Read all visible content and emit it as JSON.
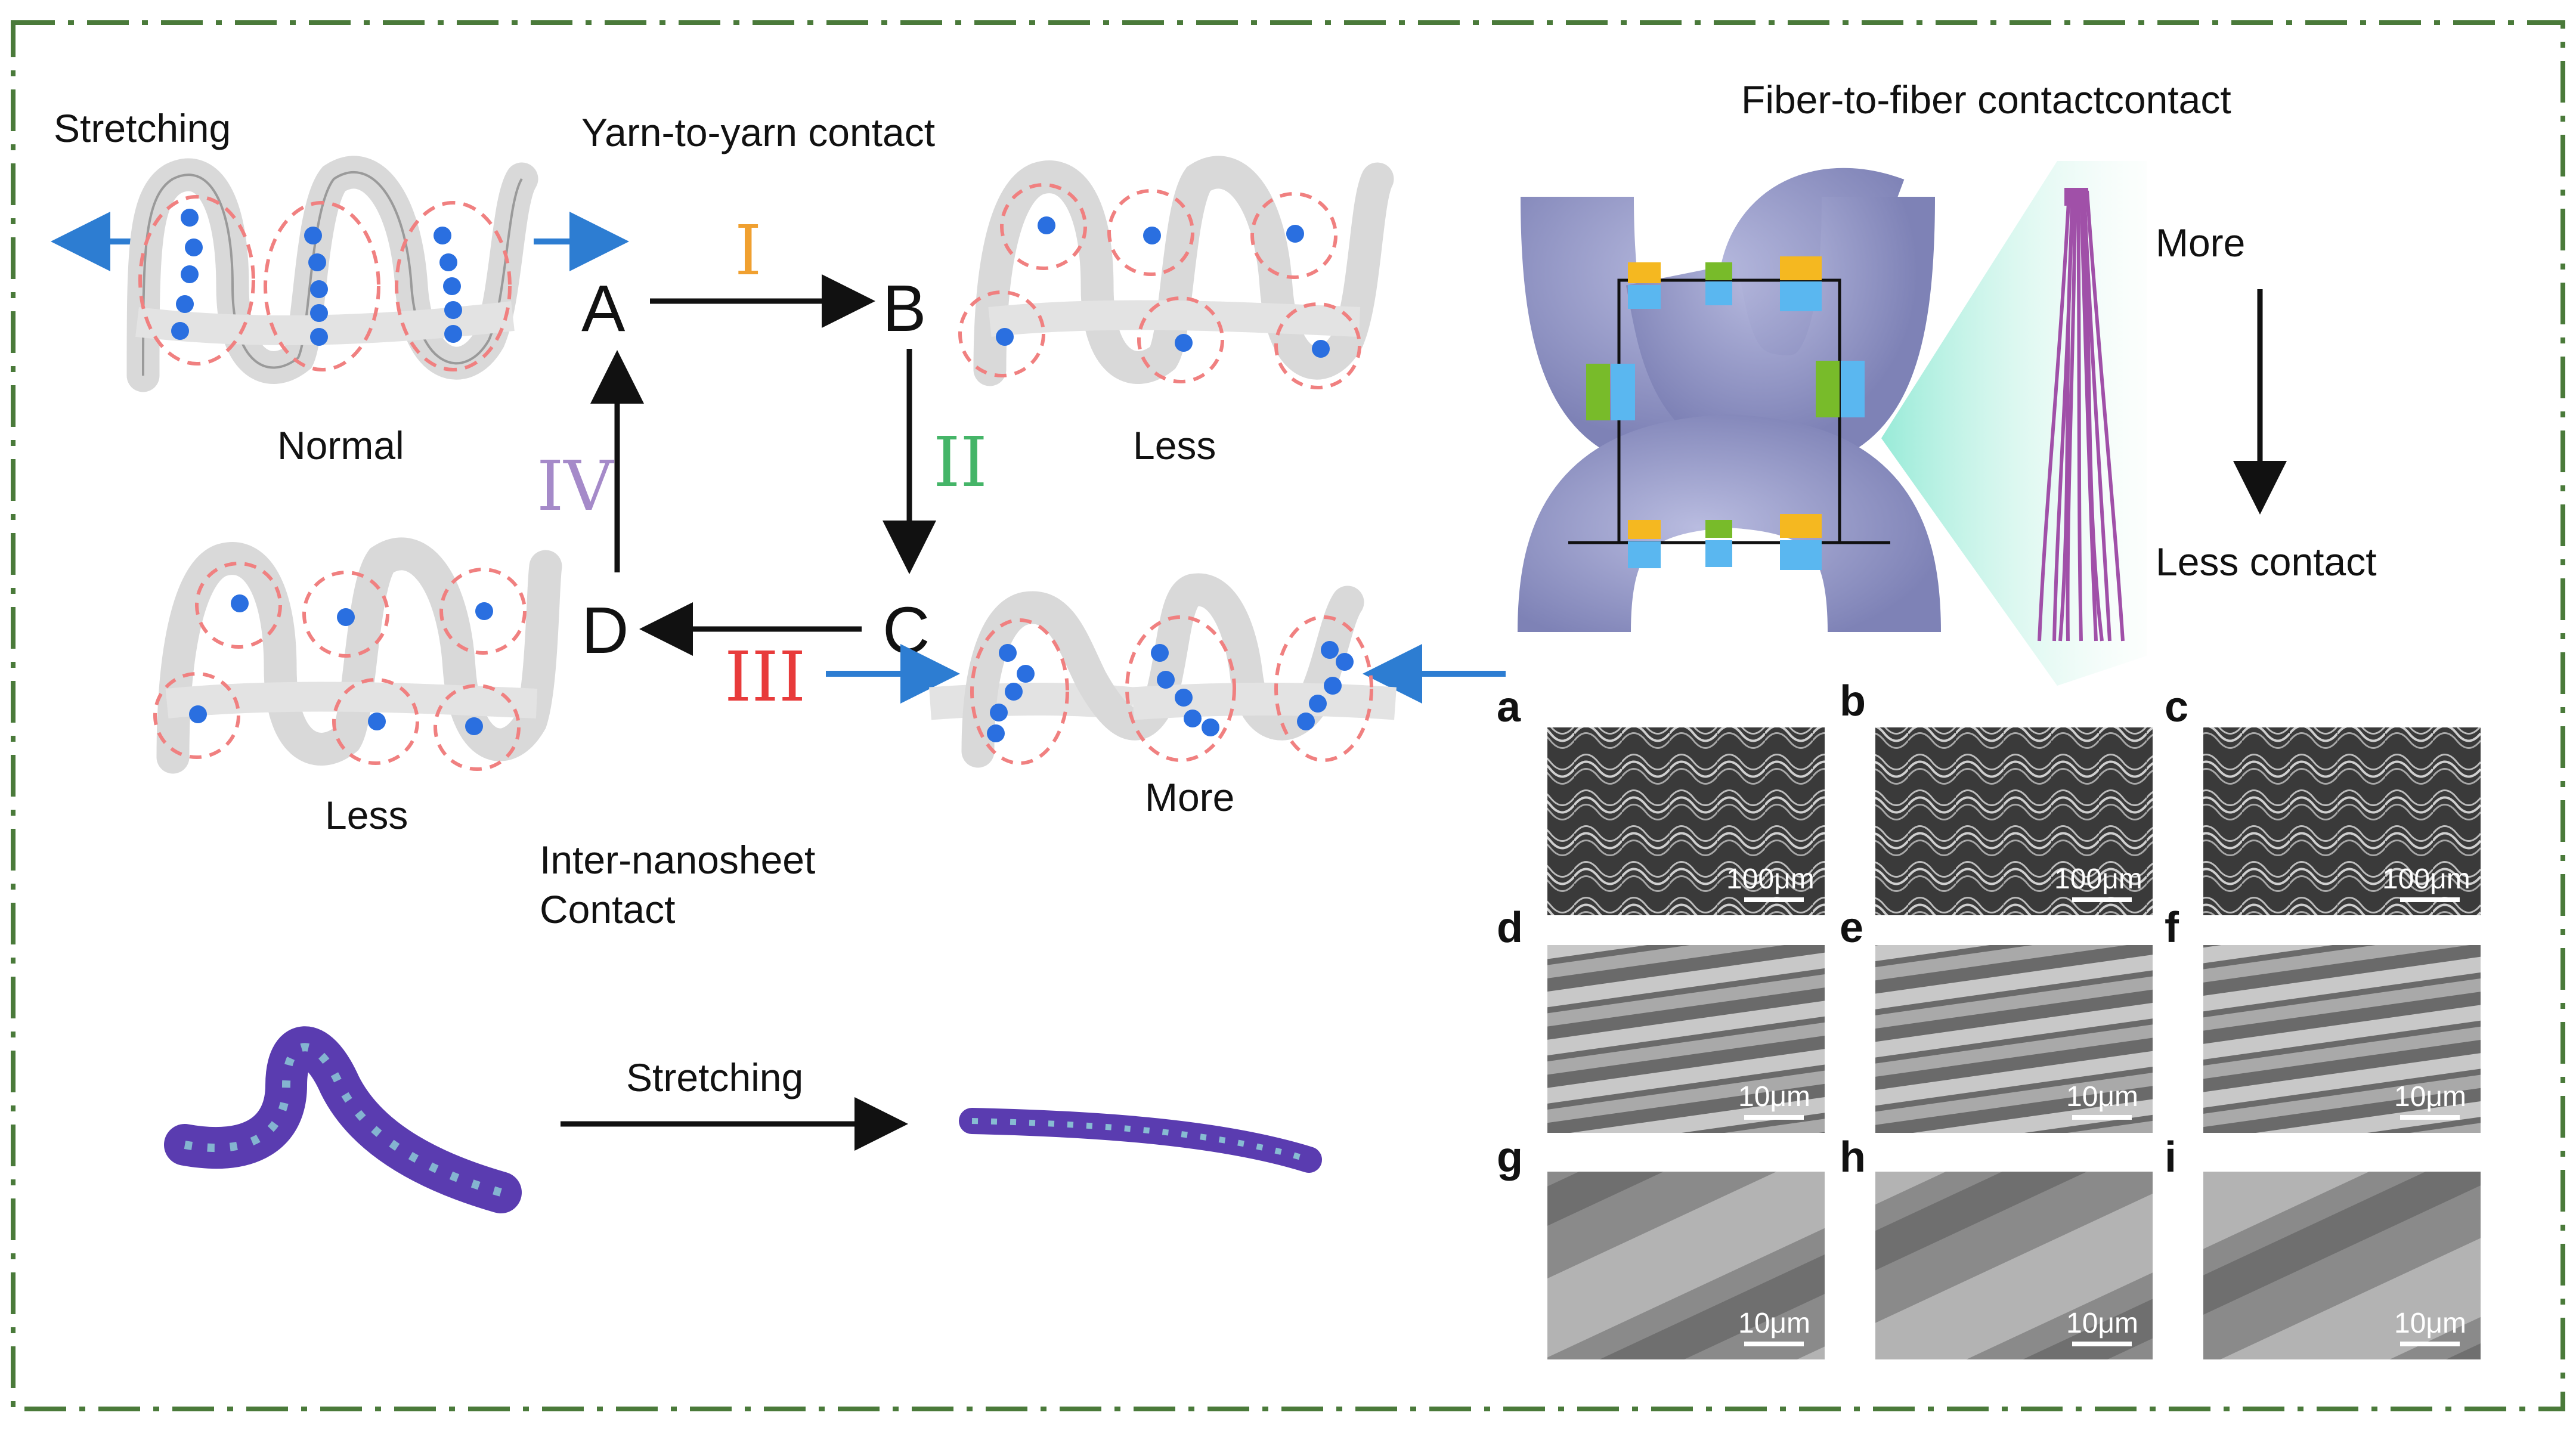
{
  "titles": {
    "stretching_top": "Stretching",
    "yarn_contact": "Yarn-to-yarn contact",
    "fiber_contact": "Fiber-to-fiber contactcontact",
    "inter_nanosheet_line1": "Inter-nanosheet",
    "inter_nanosheet_line2": "Contact",
    "stretching_bottom": "Stretching"
  },
  "states": {
    "A": "A",
    "B": "B",
    "C": "C",
    "D": "D",
    "normal": "Normal",
    "less_b": "Less",
    "less_d": "Less",
    "more_c": "More"
  },
  "steps": {
    "I": "I",
    "II": "II",
    "III": "III",
    "IV": "IV",
    "colors": {
      "I": "#f0a030",
      "II": "#45b568",
      "III": "#e83b3b",
      "IV": "#a58ac9"
    }
  },
  "fiber_panel": {
    "more": "More",
    "less_contact": "Less contact"
  },
  "sem_panels": [
    {
      "label": "a",
      "scale": "100μm"
    },
    {
      "label": "b",
      "scale": "100μm"
    },
    {
      "label": "c",
      "scale": "100μm"
    },
    {
      "label": "d",
      "scale": "10μm"
    },
    {
      "label": "e",
      "scale": "10μm"
    },
    {
      "label": "f",
      "scale": "10μm"
    },
    {
      "label": "g",
      "scale": "10μm"
    },
    {
      "label": "h",
      "scale": "10μm"
    },
    {
      "label": "i",
      "scale": "10μm"
    }
  ],
  "colors": {
    "border": "#4a7a3a",
    "arrow_blue": "#2d7dd2",
    "contact_dot": "#2a6fe0",
    "dashed_circle": "#f08080",
    "yarn": "#d9d9d9",
    "knit": "#9da0cc",
    "fiber": "#a050a8"
  }
}
